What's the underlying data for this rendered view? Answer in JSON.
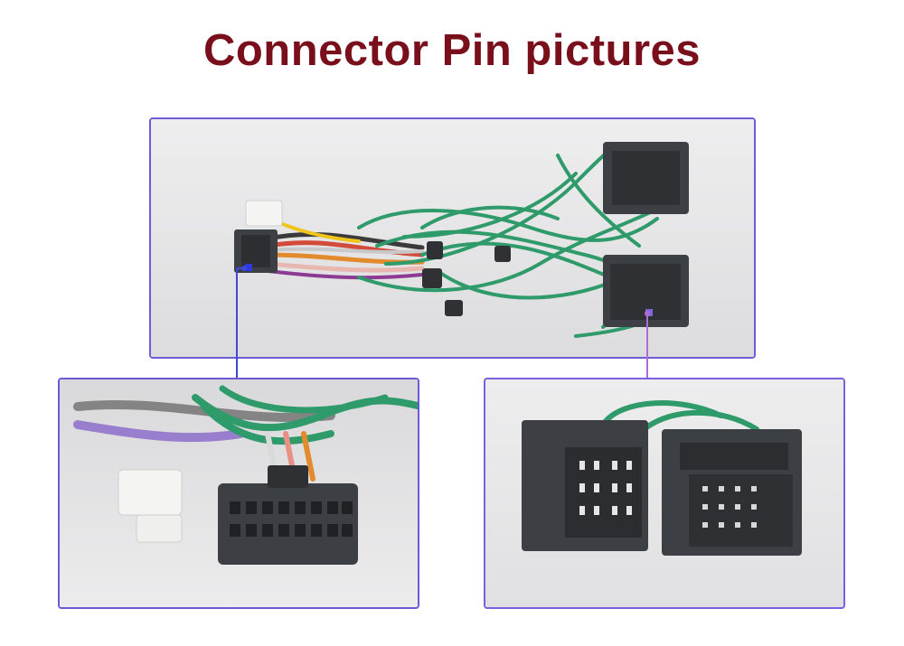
{
  "title": "Connector Pin pictures",
  "colors": {
    "title": "#7a0f1c",
    "frame_border": "#5b53d6",
    "callout_left": "#3f49d8",
    "callout_right": "#b06ad8",
    "wire_green": "#2f9a6a",
    "connector_dark": "#3c3f44",
    "connector_white": "#f4f4f2"
  },
  "images": [
    {
      "id": "overview",
      "depicts": "wiring harness with 16-pin ISO-style connector and two quadlock-style connectors"
    },
    {
      "id": "closeup-16pin",
      "depicts": "close-up of 16-pin dark connector next to white connector"
    },
    {
      "id": "closeup-quadlock",
      "depicts": "close-up of two dark multi-pin connectors"
    }
  ]
}
